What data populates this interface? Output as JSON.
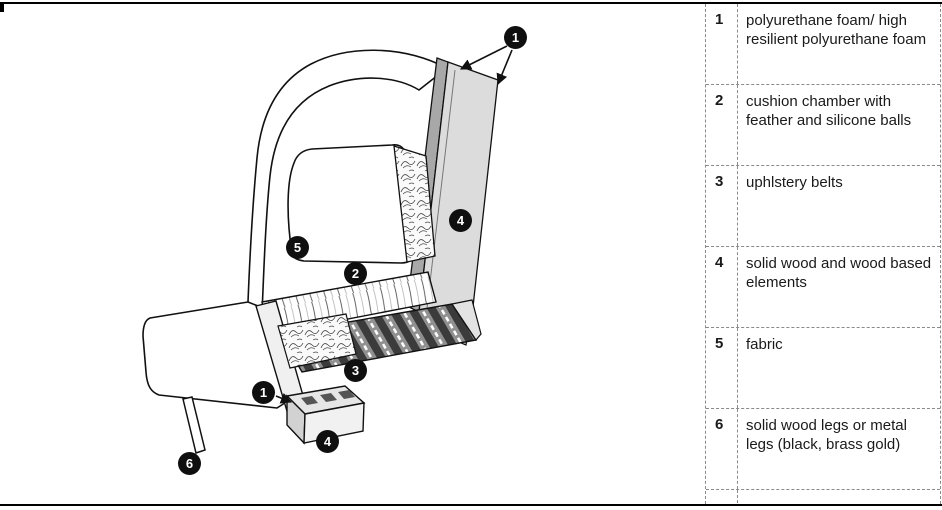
{
  "legend": {
    "rows": [
      {
        "num": "1",
        "desc": "polyurethane foam/ high resilient polyurethane foam"
      },
      {
        "num": "2",
        "desc": "cushion chamber with feather and silicone balls"
      },
      {
        "num": "3",
        "desc": "uphlstery belts"
      },
      {
        "num": "4",
        "desc": "solid wood and wood based elements"
      },
      {
        "num": "5",
        "desc": "fabric"
      },
      {
        "num": "6",
        "desc": "solid wood legs or metal legs (black, brass gold)"
      }
    ]
  },
  "diagram": {
    "callouts": [
      "1",
      "4",
      "5",
      "2",
      "3",
      "1",
      "4",
      "6"
    ]
  },
  "colors": {
    "callout_bg": "#111111",
    "panel_fill": "#dcdcdc",
    "belt_dark": "#3b3b3b",
    "line": "#111111"
  }
}
